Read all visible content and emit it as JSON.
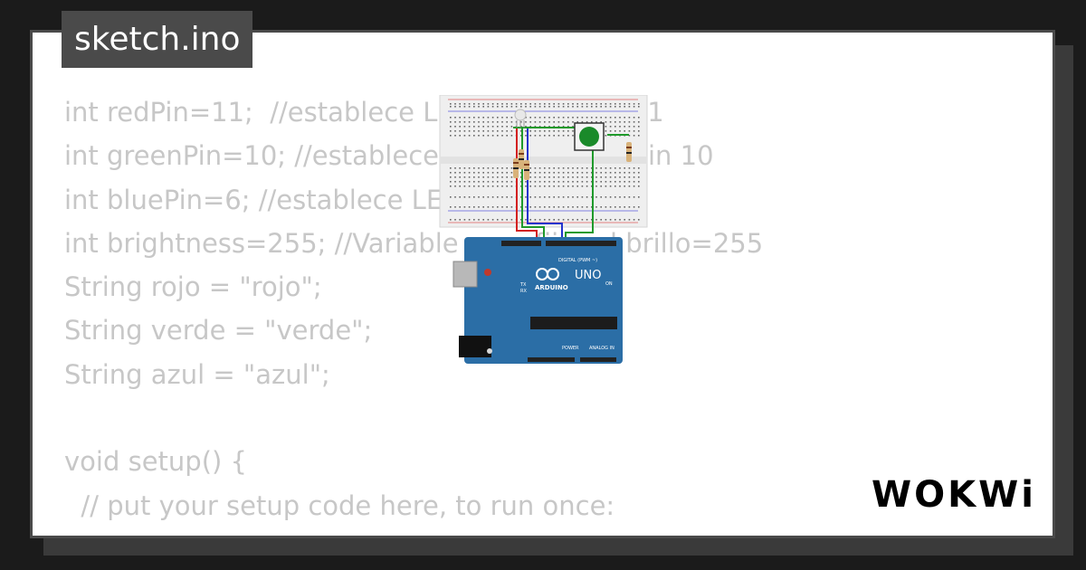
{
  "tab": {
    "title": "sketch.ino"
  },
  "code": {
    "lines": [
      "int redPin=11;  //establece LED rojo en pin 11",
      "int greenPin=10; //establece LED verde en pin 10",
      "int bluePin=6; //establece LED azul en pin 6",
      "int brightness=255; //Variable para fijar el brillo=255",
      "String rojo = \"rojo\";",
      "String verde = \"verde\";",
      "String azul = \"azul\";",
      "",
      "void setup() {",
      "  // put your setup code here, to run once:"
    ]
  },
  "board": {
    "brand": "ARDUINO",
    "model": "UNO",
    "digital_label": "DIGITAL (PWM ~)",
    "power_label": "POWER",
    "analog_label": "ANALOG IN",
    "on_label": "ON",
    "tx_label": "TX",
    "rx_label": "RX"
  },
  "logo": {
    "text": "WOKWi"
  },
  "colors": {
    "background": "#1b1b1b",
    "tab": "#4a4a4a",
    "code_text": "#c7c7c7",
    "board": "#2b6ea6",
    "wire_red": "#d32020",
    "wire_green": "#1f9a2b",
    "wire_blue": "#2233cc",
    "button": "#1a8a2a"
  }
}
